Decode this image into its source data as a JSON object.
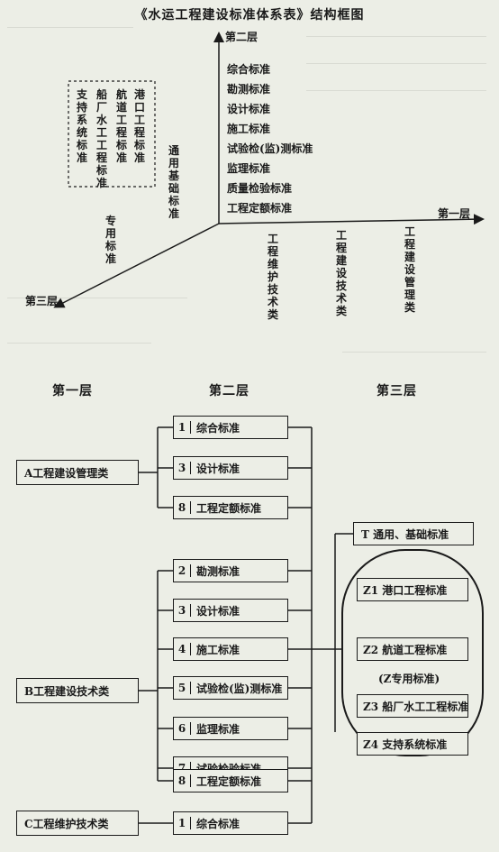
{
  "upper": {
    "title": "《水运工程建设标准体系表》结构框图",
    "axis_l2": "第二层",
    "axis_l1": "第一层",
    "axis_l3": "第三层",
    "l2_items": [
      "综合标准",
      "勘测标准",
      "设计标准",
      "施工标准",
      "试验检(监)测标准",
      "监理标准",
      "质量检验标准",
      "工程定额标准"
    ],
    "l1_items": [
      "工程维护技术类",
      "工程建设技术类",
      "工程建设管理类"
    ],
    "dashed_cols": [
      "港口工程标准",
      "航道工程标准",
      "船厂水工工程标准",
      "支持系统标准"
    ],
    "l3_items": [
      "通用基础标准",
      "专用标准"
    ]
  },
  "lower": {
    "h1": "第一层",
    "h2": "第二层",
    "h3": "第三层",
    "groupA": {
      "label": "A工程建设管理类",
      "items": [
        {
          "n": "1",
          "t": "综合标准"
        },
        {
          "n": "3",
          "t": "设计标准"
        },
        {
          "n": "8",
          "t": "工程定额标准"
        }
      ]
    },
    "groupB": {
      "label": "B工程建设技术类",
      "items": [
        {
          "n": "2",
          "t": "勘测标准"
        },
        {
          "n": "3",
          "t": "设计标准"
        },
        {
          "n": "4",
          "t": "施工标准"
        },
        {
          "n": "5",
          "t": "试验检(监)测标准"
        },
        {
          "n": "6",
          "t": "监理标准"
        },
        {
          "n": "7",
          "t": "试验检验标准"
        },
        {
          "n": "8",
          "t": "工程定额标准"
        }
      ]
    },
    "groupC": {
      "label": "C工程维护技术类",
      "items": [
        {
          "n": "1",
          "t": "综合标准"
        }
      ]
    },
    "t_box": "T 通用、基础标准",
    "z_items": [
      "Z1 港口工程标准",
      "Z2 航道工程标准",
      "Z3 船厂水工工程标准",
      "Z4 支持系统标准"
    ],
    "z_label": "(Z专用标准)"
  }
}
